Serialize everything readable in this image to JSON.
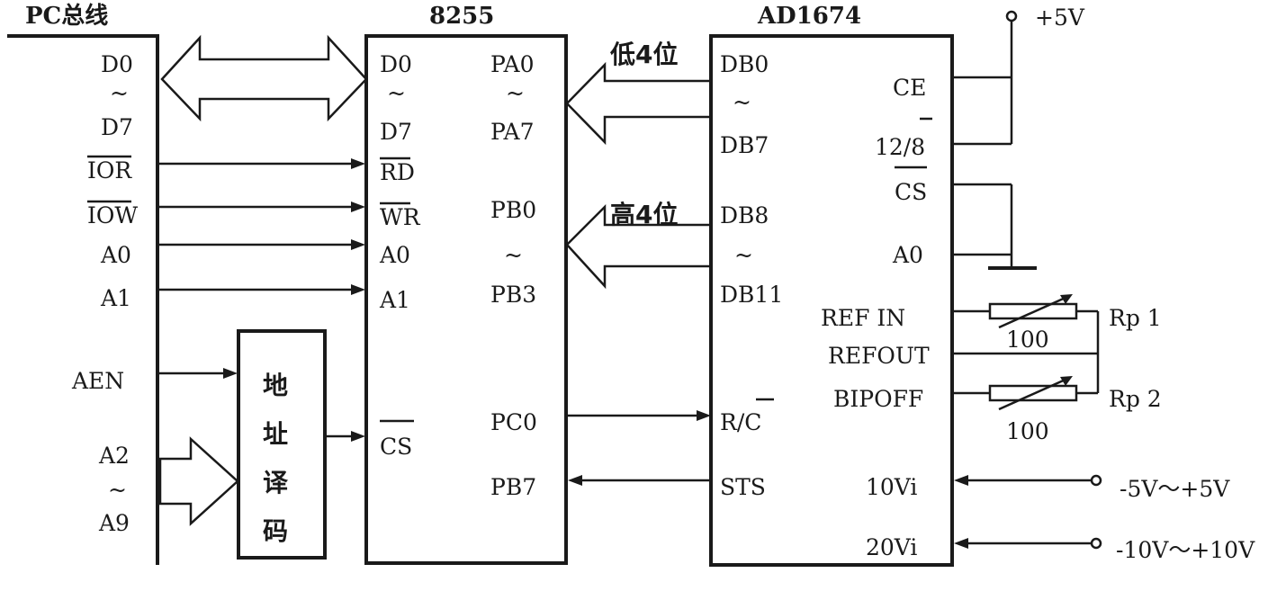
{
  "blocks": {
    "pc_bus": {
      "title": "PC总线",
      "pins": [
        "D0",
        "~",
        "D7",
        "IOR",
        "IOW",
        "A0",
        "A1",
        "AEN",
        "A2",
        "~",
        "A9"
      ]
    },
    "i8255": {
      "title": "8255",
      "left_pins": [
        "D0",
        "~",
        "D7",
        "RD",
        "WR",
        "A0",
        "A1",
        "CS"
      ],
      "right_pins": [
        "PA0",
        "~",
        "PA7",
        "PB0",
        "~",
        "PB3",
        "PC0",
        "PB7"
      ]
    },
    "decoder": {
      "chars": [
        "地",
        "址",
        "译",
        "码"
      ]
    },
    "ad1674": {
      "title": "AD1674",
      "left_pins": [
        "DB0",
        "~",
        "DB7",
        "DB8",
        "~",
        "DB11",
        "R/C",
        "STS"
      ],
      "right_pins": [
        "CE",
        "12/8",
        "CS",
        "A0",
        "REF IN",
        "REFOUT",
        "BIPOFF",
        "10Vi",
        "20Vi"
      ]
    }
  },
  "bus_labels": {
    "low": "低4位",
    "high": "高4位"
  },
  "supply": {
    "vcc": "+5V"
  },
  "resistors": {
    "rp1_name": "Rp 1",
    "rp1_value": "100",
    "rp2_name": "Rp 2",
    "rp2_value": "100"
  },
  "inputs": {
    "range_10": "-5V～+5V",
    "range_20": "-10V～+10V"
  }
}
